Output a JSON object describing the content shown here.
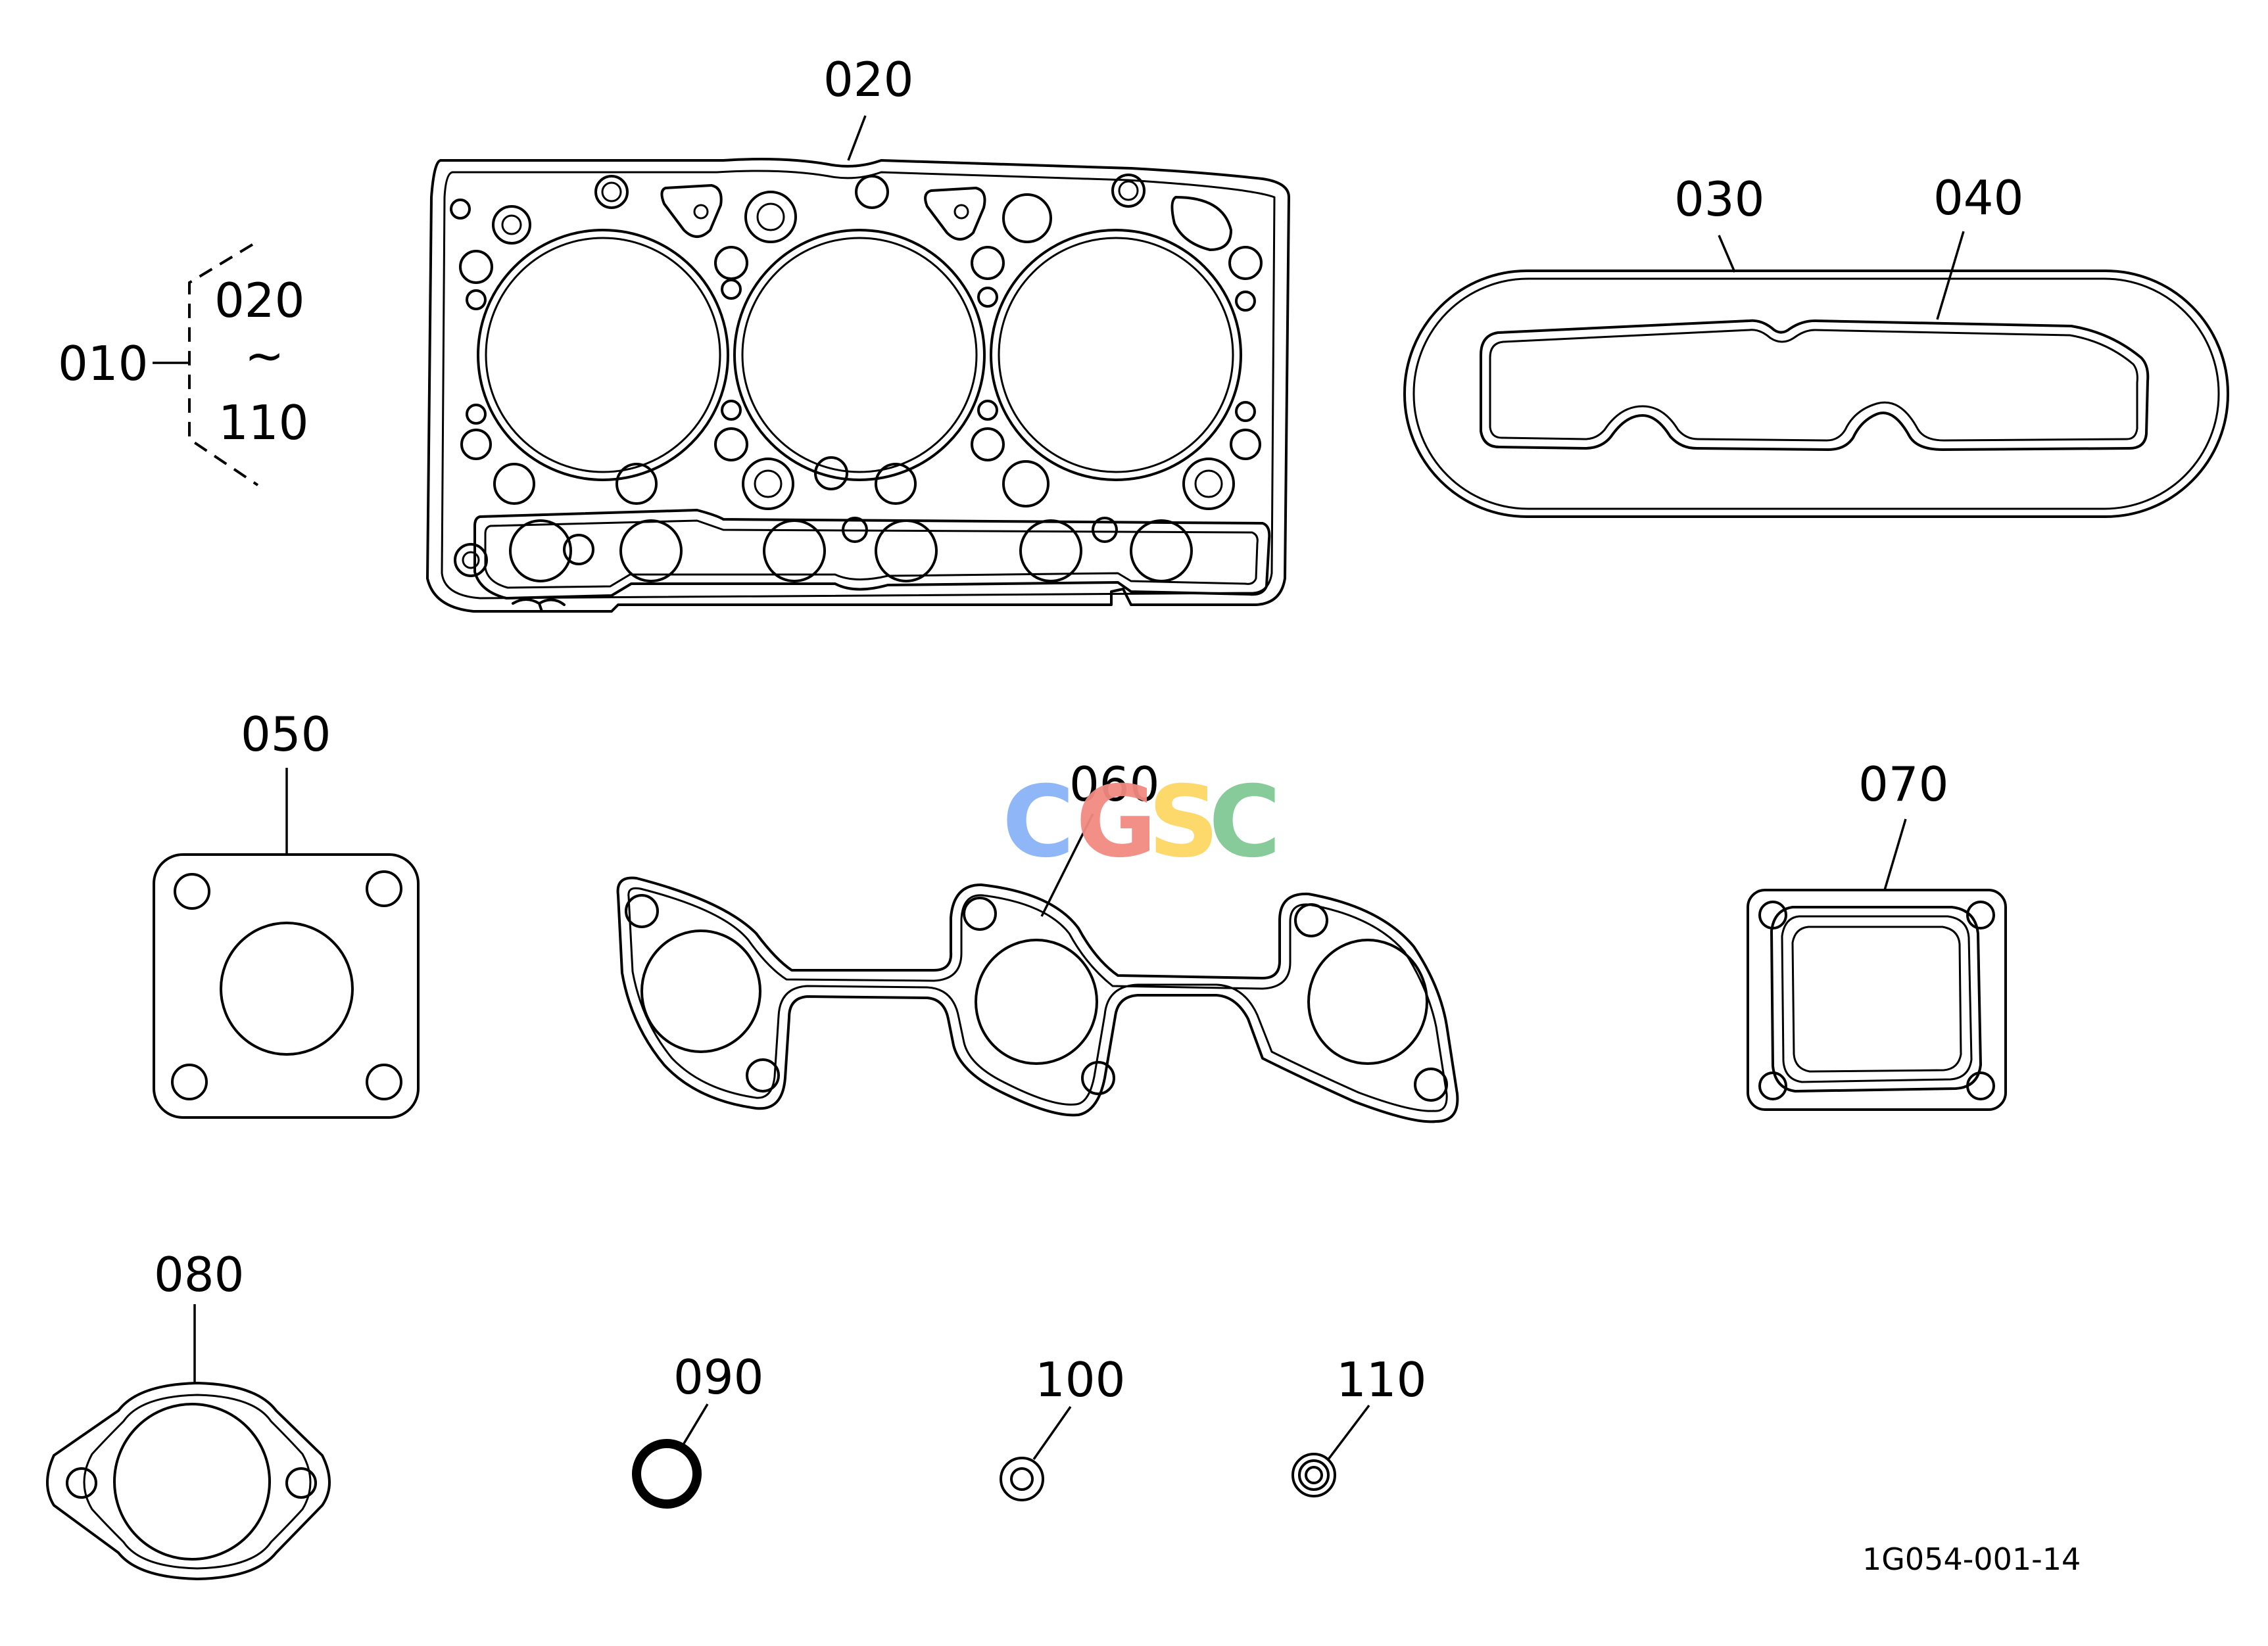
{
  "labels": {
    "p010": "010",
    "p020": "020",
    "p030": "030",
    "p040": "040",
    "p050": "050",
    "p060": "060",
    "p070": "070",
    "p080": "080",
    "p090": "090",
    "p100": "100",
    "p110": "110"
  },
  "kit_range": {
    "from": "020",
    "tilde": "~",
    "to": "110"
  },
  "drawing_code": "1G054-001-14",
  "watermark": {
    "letters": [
      "C",
      "G",
      "S",
      "C"
    ],
    "colors": [
      "#8ab4f8",
      "#f28b82",
      "#fdd663",
      "#81c995"
    ]
  }
}
